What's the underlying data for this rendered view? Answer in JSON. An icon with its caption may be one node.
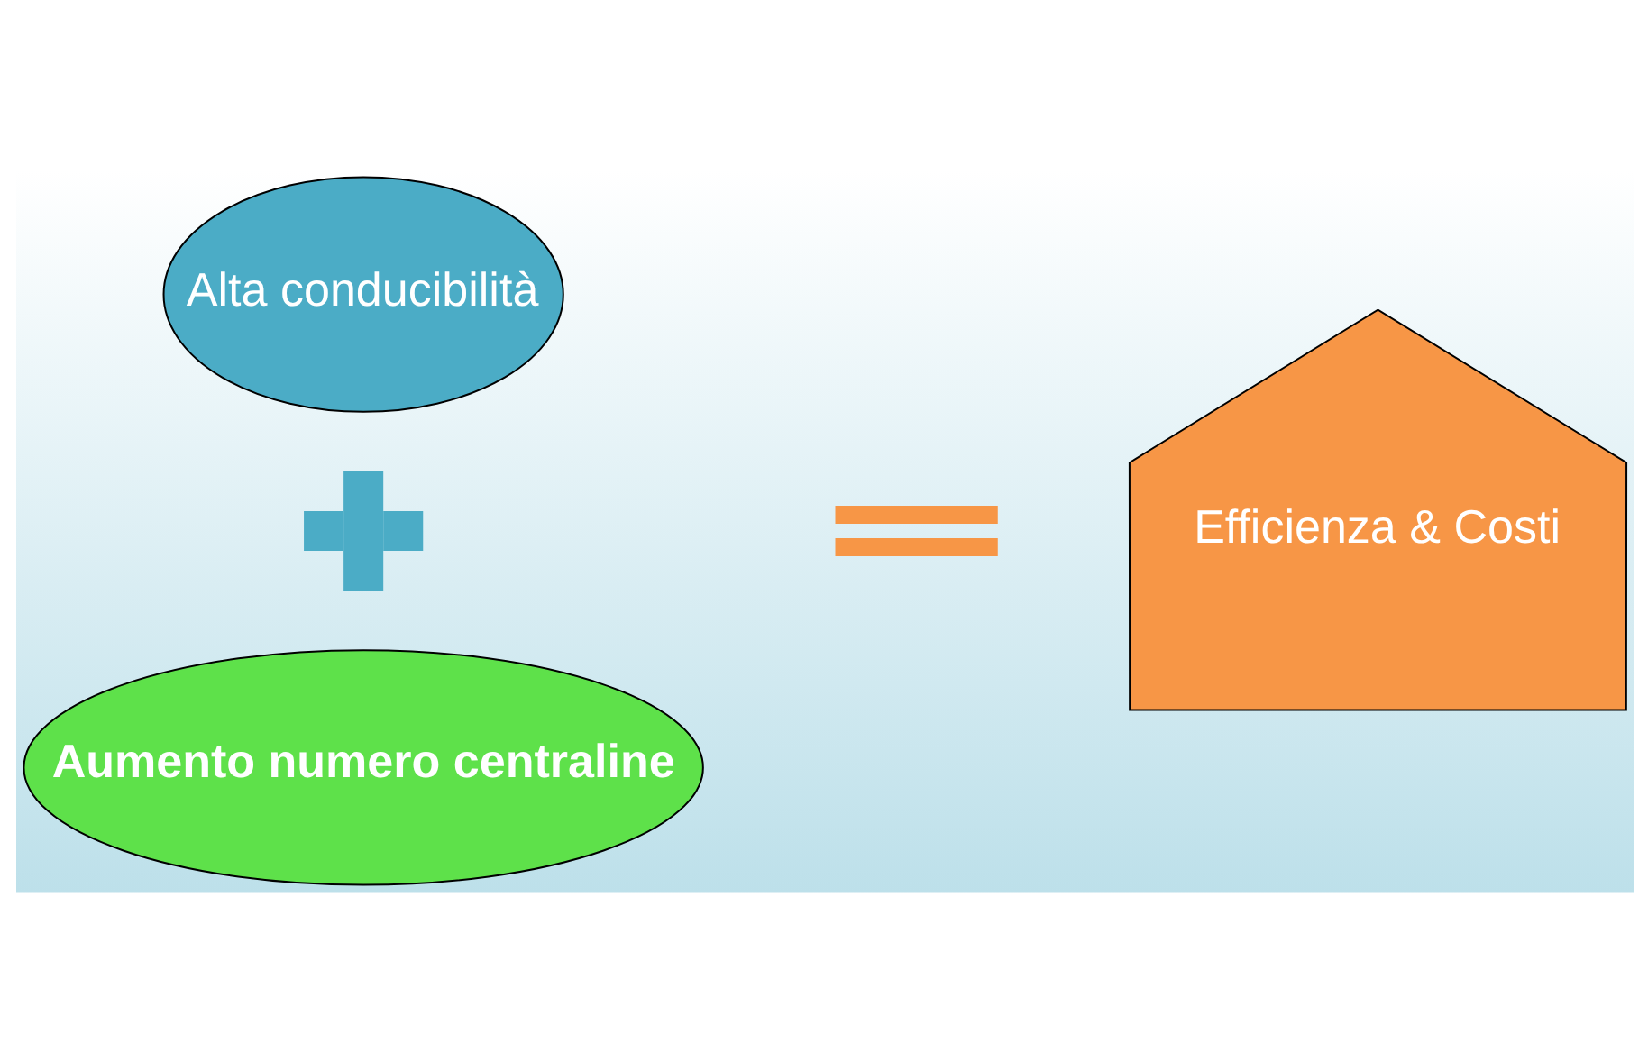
{
  "diagram": {
    "nodes": [
      {
        "text": [
          "Alta conducibilità"
        ]
      },
      {
        "text": [],
        "shape": "cross"
      },
      {
        "text": [
          "Aumento numero centraline"
        ]
      },
      {
        "text": [],
        "shape": "equals"
      },
      {
        "text": [
          "Efficienza & Costi"
        ]
      }
    ],
    "edges": []
  }
}
